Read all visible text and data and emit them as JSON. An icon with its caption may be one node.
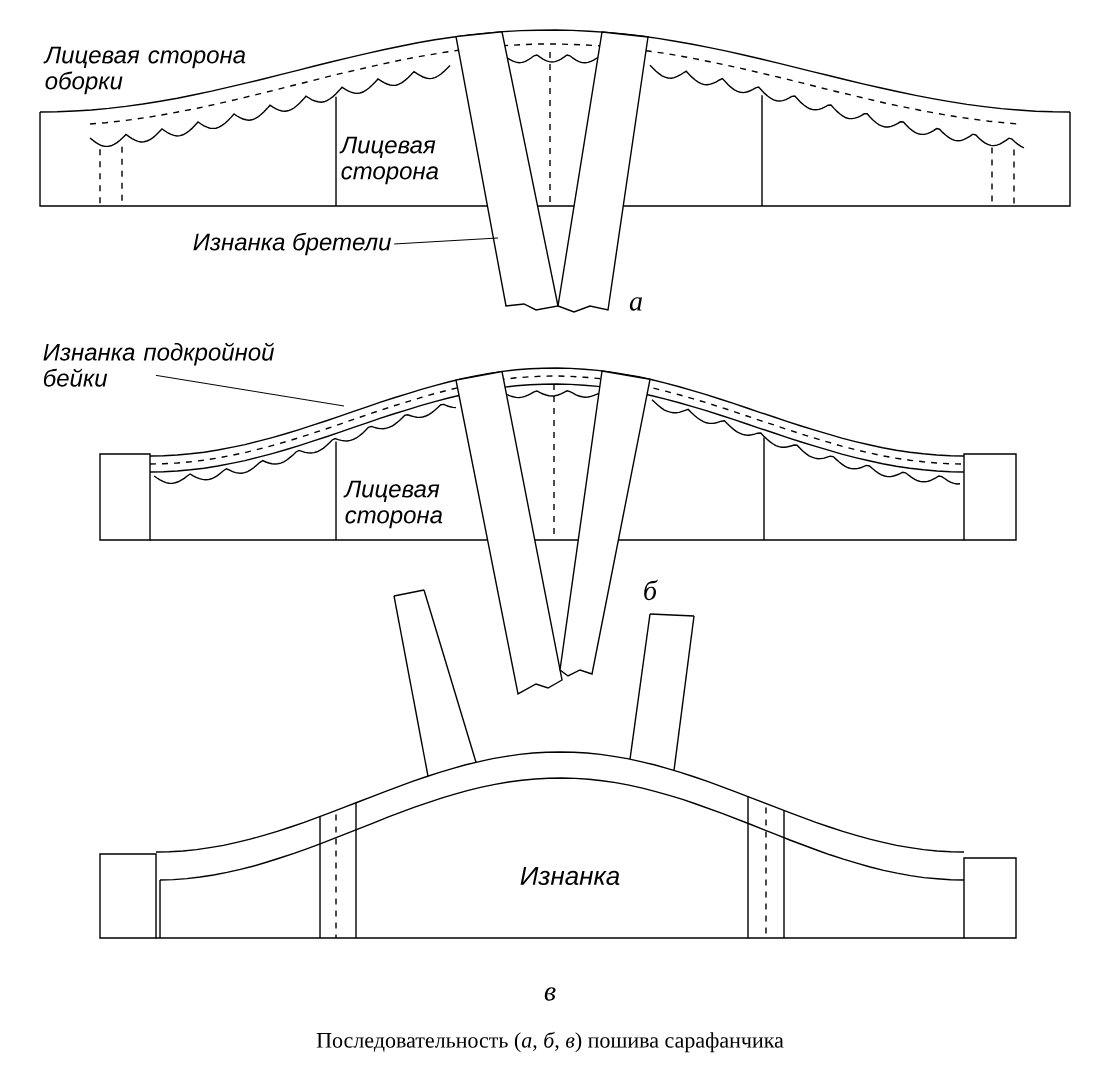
{
  "diagram": {
    "caption": "Последовательность (*а*, *б*, *в*) пошива сарафанчика",
    "nodes": [
      {
        "text": [
          "Изнанка бретели"
        ]
      },
      {
        "text": [
          "Изнанка подкройной бейки"
        ]
      }
    ],
    "edges": [
      {
        "from": 0,
        "to": null,
        "arrow": "none"
      },
      {
        "from": 1,
        "to": null,
        "arrow": "none"
      }
    ],
    "labels": [
      "Лицевая сторона оборки",
      "Лицевая сторона",
      "а",
      "Лицевая сторона",
      "б",
      "Изнанка",
      "в"
    ]
  }
}
